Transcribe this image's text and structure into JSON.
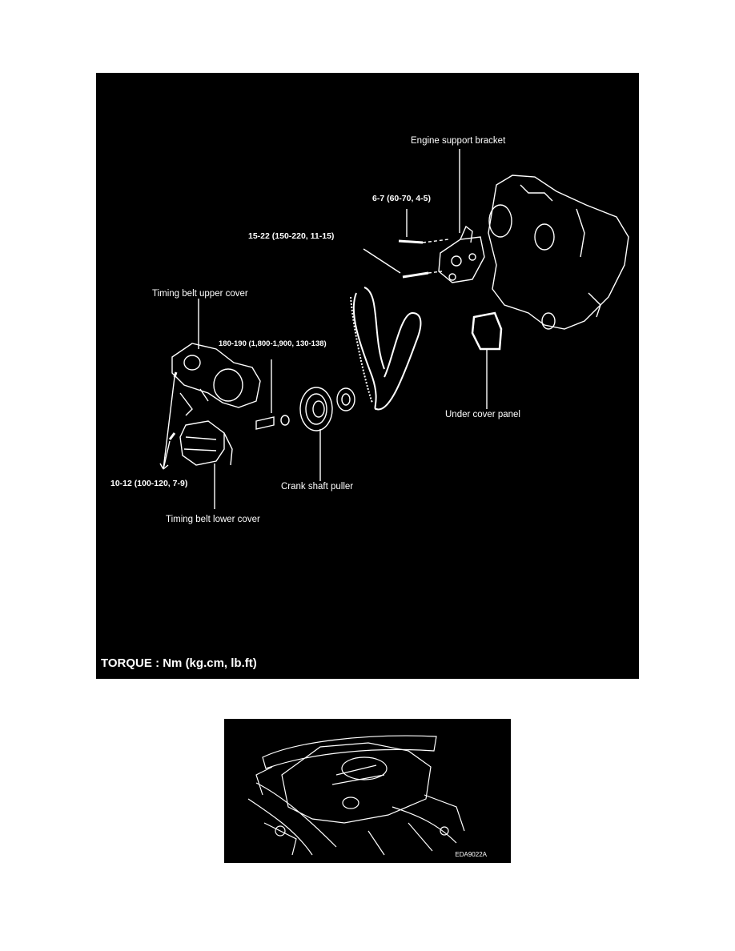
{
  "diagram": {
    "labels": {
      "engine_support_bracket": "Engine support bracket",
      "torque_6_7": "6-7 (60-70, 4-5)",
      "torque_15_22": "15-22 (150-220, 11-15)",
      "timing_belt_upper_cover": "Timing belt upper cover",
      "torque_180_190": "180-190 (1,800-1,900, 130-138)",
      "under_cover_panel": "Under cover panel",
      "torque_10_12": "10-12 (100-120, 7-9)",
      "crank_shaft_puller": "Crank shaft puller",
      "timing_belt_lower_cover": "Timing belt lower cover"
    },
    "torque_unit": "TORQUE : Nm (kg.cm, lb.ft)"
  },
  "photo": {
    "code": "EDA9022A"
  },
  "colors": {
    "background": "#000000",
    "line": "#ffffff"
  }
}
